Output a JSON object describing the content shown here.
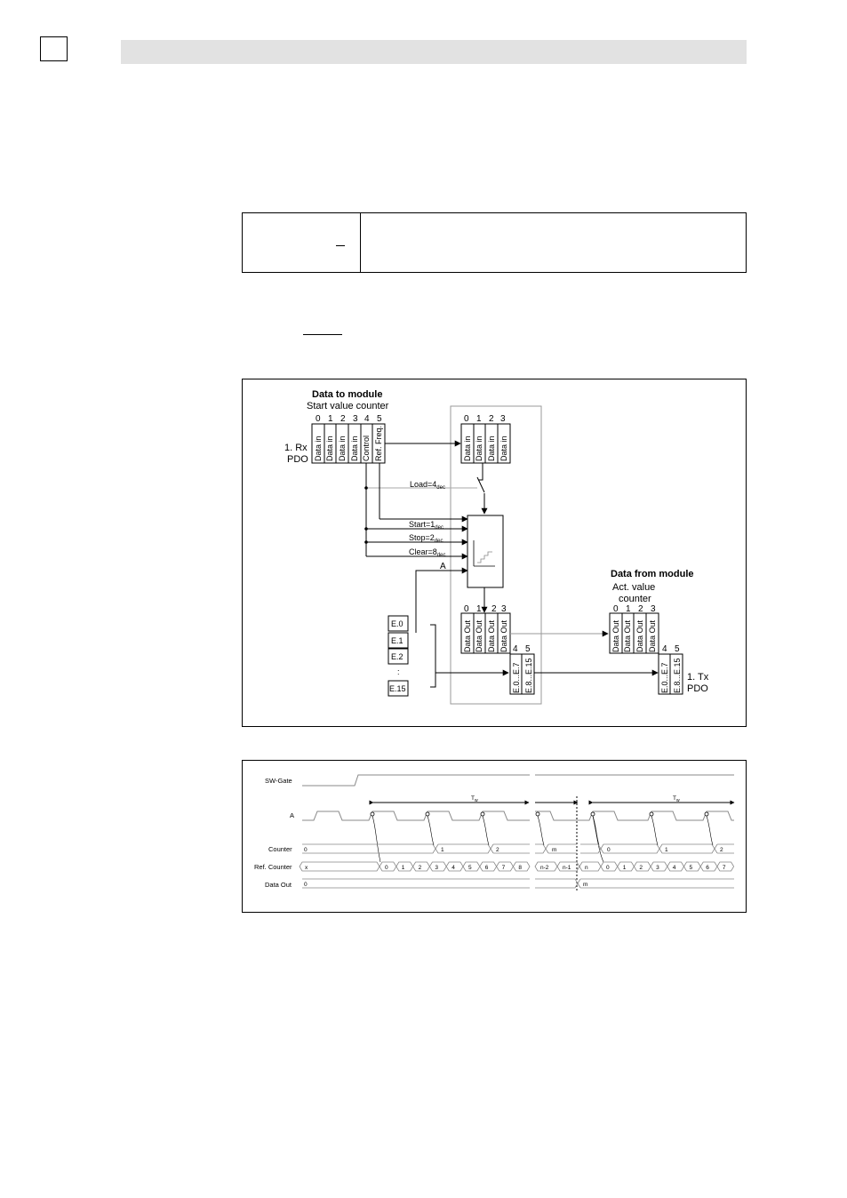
{
  "block_diagram": {
    "data_to_module_title": "Data to module",
    "start_value_counter": "Start value counter",
    "rx_pdo_line1": "1. Rx",
    "rx_pdo_line2": "PDO",
    "rx_bytes": [
      "0",
      "1",
      "2",
      "3",
      "4",
      "5"
    ],
    "rx_cells": [
      "Data in",
      "Data in",
      "Data in",
      "Data in",
      "Control",
      "Ref. Freq."
    ],
    "counter_bytes": [
      "0",
      "1",
      "2",
      "3"
    ],
    "counter_cells": [
      "Data in",
      "Data in",
      "Data in",
      "Data in"
    ],
    "load_label": "Load=4",
    "start_label": "Start=1",
    "stop_label": "Stop=2",
    "clear_label": "Clear=8",
    "dec_sub": "dec",
    "input_a": "A",
    "inputs": [
      "E.0",
      "E.1",
      "E.2",
      ":",
      "E.15"
    ],
    "out_bytes": [
      "0",
      "1",
      "2",
      "3"
    ],
    "out_cells": [
      "Data Out",
      "Data Out",
      "Data Out",
      "Data Out"
    ],
    "status_bytes": [
      "4",
      "5"
    ],
    "status_cells": [
      "E.0...E.7",
      "E.8...E.15"
    ],
    "data_from_module_title": "Data from module",
    "act_value_line1": "Act. value",
    "act_value_line2": "counter",
    "tx_bytes": [
      "0",
      "1",
      "2",
      "3"
    ],
    "tx_cells": [
      "Data Out",
      "Data Out",
      "Data Out",
      "Data Out"
    ],
    "tx_status_bytes": [
      "4",
      "5"
    ],
    "tx_status_cells": [
      "E.0...E.7",
      "E.8...E.15"
    ],
    "tx_pdo_line1": "1. Tx",
    "tx_pdo_line2": "PDO"
  },
  "timing_diagram": {
    "signals": [
      "SW-Gate",
      "A",
      "Counter",
      "Ref. Counter",
      "Data Out"
    ],
    "tw_label": "T",
    "tw_sub": "w",
    "counter_left": [
      "0",
      "1",
      "2",
      "m"
    ],
    "counter_right": [
      "0",
      "1",
      "2"
    ],
    "ref_left": [
      "x",
      "0",
      "1",
      "2",
      "3",
      "4",
      "5",
      "6",
      "7",
      "8"
    ],
    "ref_mid": [
      "n-2",
      "n-1",
      "n"
    ],
    "ref_right": [
      "0",
      "1",
      "2",
      "3",
      "4",
      "5",
      "6",
      "7"
    ],
    "data_out": [
      "0",
      "m"
    ]
  }
}
